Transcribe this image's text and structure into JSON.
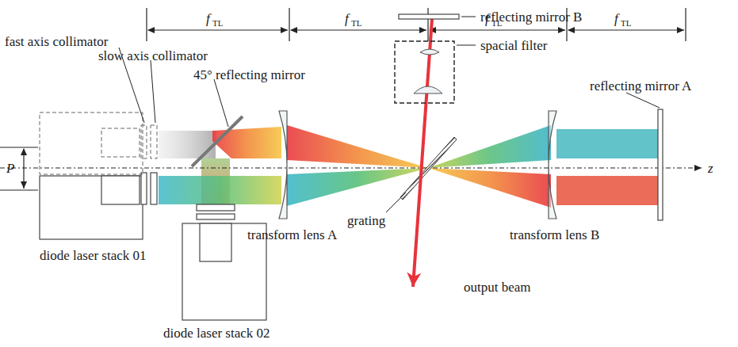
{
  "diagram": {
    "labels": [
      "f",
      "TL",
      "f",
      "TL",
      "f",
      "TL",
      "f",
      "TL",
      "fast axis collimator",
      "slow axis collimator",
      "45° reflecting mirror",
      "reflecting mirror B",
      "spacial filter",
      "reflecting mirror A",
      "P",
      "z",
      "diode laser stack 01",
      "grating",
      "transform lens A",
      "transform lens B",
      "output beam",
      "diode laser stack 02"
    ]
  }
}
